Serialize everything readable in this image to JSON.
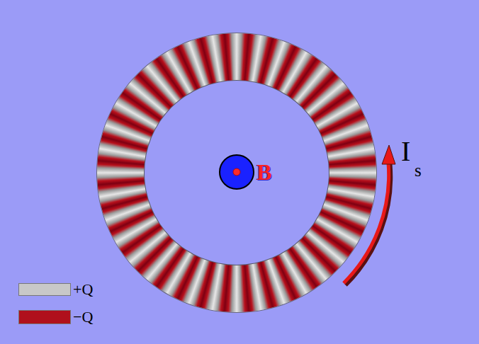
{
  "diagram": {
    "labels": [
      "B",
      "I",
      "s"
    ],
    "legend": [
      {
        "text": "+Q",
        "color": "#c8c8c8"
      },
      {
        "text": "−Q",
        "color": "#b0101c"
      }
    ]
  }
}
